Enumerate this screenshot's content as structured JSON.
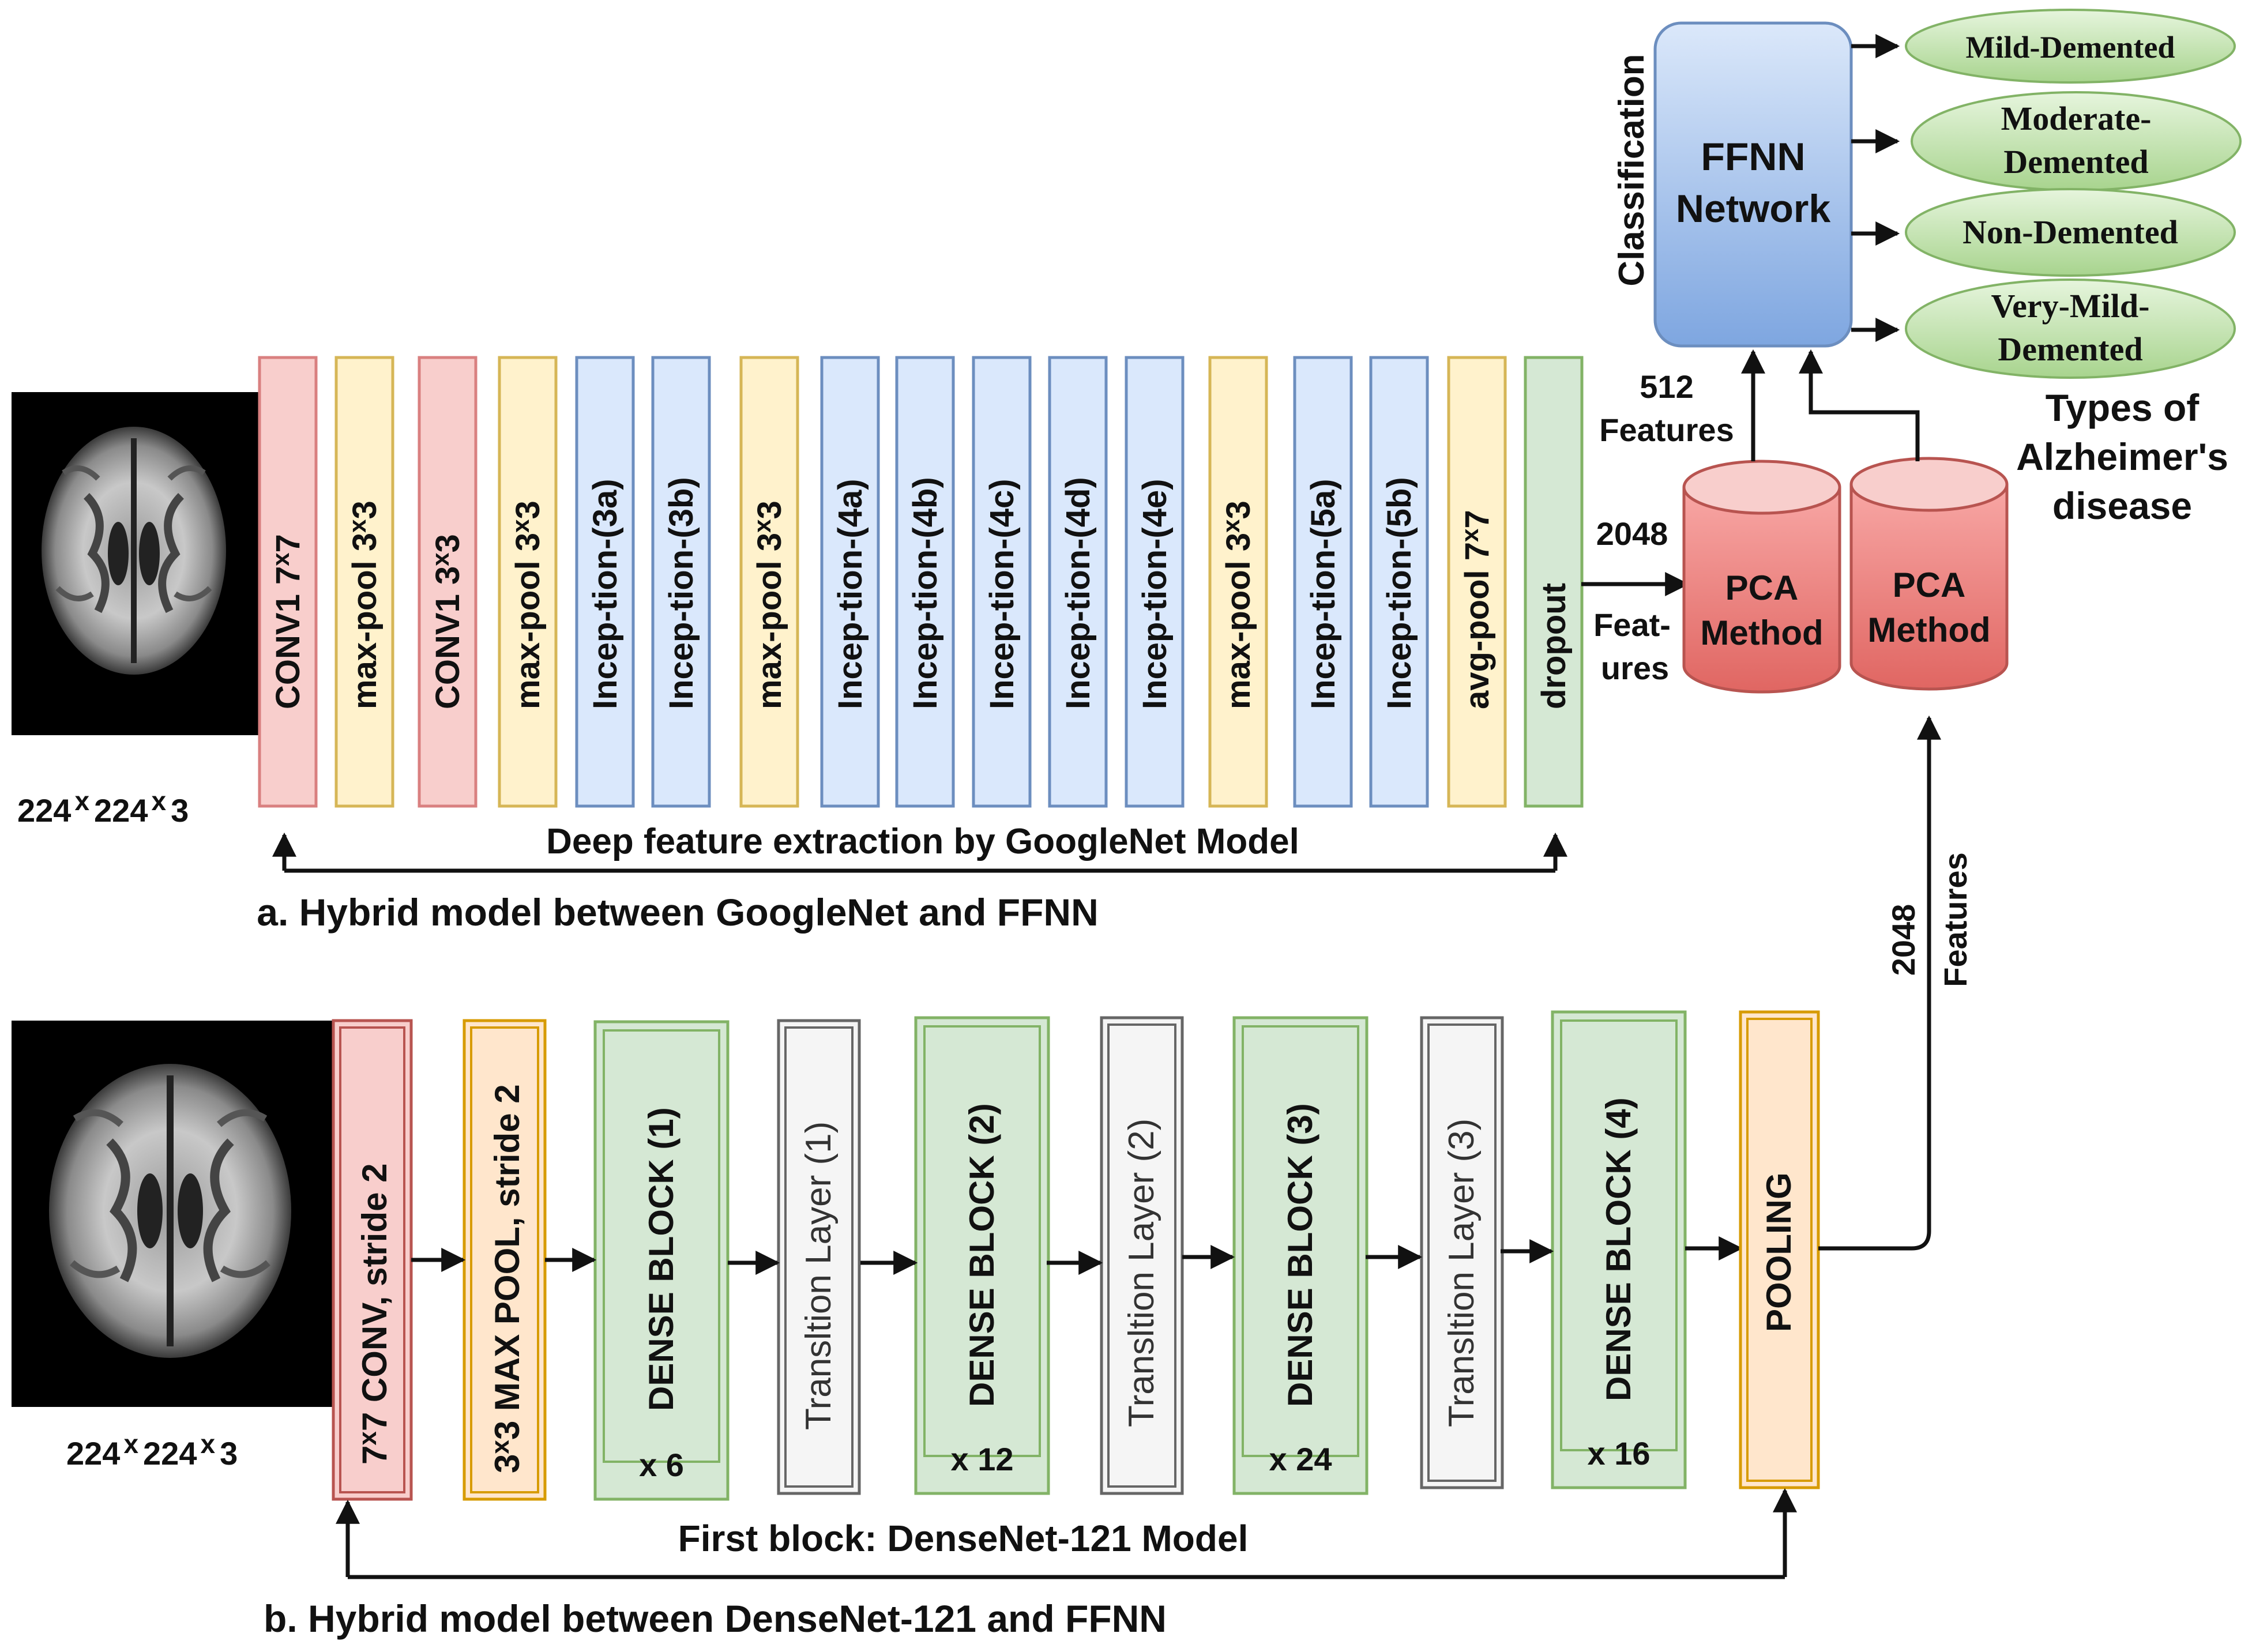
{
  "googlenet": {
    "input_size": {
      "a": "224",
      "x1": "x",
      "b": "224",
      "x2": "x",
      "c": "3"
    },
    "layers": [
      {
        "main": "CONV1 7",
        "sup": "x",
        "tail": "7",
        "color": "#f8cecc",
        "stroke": "#d98080"
      },
      {
        "main": "max-pool 3",
        "sup": "x",
        "tail": "3",
        "color": "#fff2cc",
        "stroke": "#d6b656"
      },
      {
        "main": "CONV1 3",
        "sup": "x",
        "tail": "3",
        "color": "#f8cecc",
        "stroke": "#d98080"
      },
      {
        "main": "max-pool 3",
        "sup": "x",
        "tail": "3",
        "color": "#fff2cc",
        "stroke": "#d6b656"
      },
      {
        "main": "Incep-tion-(3a)",
        "color": "#dae8fc",
        "stroke": "#6c8ebf"
      },
      {
        "main": "Incep-tion-(3b)",
        "color": "#dae8fc",
        "stroke": "#6c8ebf"
      },
      {
        "main": "max-pool 3",
        "sup": "x",
        "tail": "3",
        "color": "#fff2cc",
        "stroke": "#d6b656"
      },
      {
        "main": "Incep-tion-(4a)",
        "color": "#dae8fc",
        "stroke": "#6c8ebf"
      },
      {
        "main": "Incep-tion-(4b)",
        "color": "#dae8fc",
        "stroke": "#6c8ebf"
      },
      {
        "main": "Incep-tion-(4c)",
        "color": "#dae8fc",
        "stroke": "#6c8ebf"
      },
      {
        "main": "Incep-tion-(4d)",
        "color": "#dae8fc",
        "stroke": "#6c8ebf"
      },
      {
        "main": "Incep-tion-(4e)",
        "color": "#dae8fc",
        "stroke": "#6c8ebf"
      },
      {
        "main": "max-pool 3",
        "sup": "x",
        "tail": "3",
        "color": "#fff2cc",
        "stroke": "#d6b656"
      },
      {
        "main": "Incep-tion-(5a)",
        "color": "#dae8fc",
        "stroke": "#6c8ebf"
      },
      {
        "main": "Incep-tion-(5b)",
        "color": "#dae8fc",
        "stroke": "#6c8ebf"
      },
      {
        "main": "avg-pool 7",
        "sup": "x",
        "tail": "7",
        "color": "#fff2cc",
        "stroke": "#d6b656"
      },
      {
        "main": "dropout",
        "color": "#d5e8d4",
        "stroke": "#82b366"
      }
    ],
    "extraction_label": "Deep feature extraction by GoogleNet Model",
    "caption": "a. Hybrid model between GoogleNet and FFNN"
  },
  "features_2048_top": {
    "number": "2048",
    "line1": "Feat-",
    "line2": "ures"
  },
  "features_512": {
    "number": "512",
    "label": "Features"
  },
  "features_2048_right": {
    "number": "2048",
    "label": "Features"
  },
  "pca": [
    {
      "line1": "PCA",
      "line2": "Method"
    },
    {
      "line1": "PCA",
      "line2": "Method"
    }
  ],
  "ffnn": {
    "line1": "FFNN",
    "line2": "Network"
  },
  "classification_label": "Classification",
  "classes": [
    {
      "line1": "Mild-Demented"
    },
    {
      "line1": "Moderate-",
      "line2": "Demented"
    },
    {
      "line1": "Non-Demented"
    },
    {
      "line1": "Very-Mild-",
      "line2": "Demented"
    }
  ],
  "types_label": {
    "line1": "Types of",
    "line2": "Alzheimer's",
    "line3": "disease"
  },
  "densenet": {
    "input_size": {
      "a": "224",
      "x1": "x",
      "b": "224",
      "x2": "x",
      "c": "3"
    },
    "conv_label": {
      "pre": "7",
      "sup": "x",
      "post": "7 CONV, stride 2"
    },
    "maxpool_label": {
      "pre": "3",
      "sup": "x",
      "post": "3 MAX POOL, stride 2"
    },
    "blocks": [
      {
        "label": "DENSE BLOCK (1)",
        "count": "x 6"
      },
      {
        "label": "DENSE BLOCK (2)",
        "count": "x 12"
      },
      {
        "label": "DENSE BLOCK (3)",
        "count": "x 24"
      },
      {
        "label": "DENSE BLOCK (4)",
        "count": "x 16"
      }
    ],
    "transitions": [
      "Transltion Layer (1)",
      "Transltion Layer (2)",
      "Transltion Layer (3)"
    ],
    "pooling": "POOLING",
    "extraction_label": "First block: DenseNet-121 Model",
    "caption": "b. Hybrid model between DenseNet-121 and FFNN"
  },
  "colors": {
    "pca_fill": "#ea6b66",
    "ffnn_fill": "#7ea6e0",
    "class_fill": "#b9e0a5",
    "dense_fill": "#d5e8d4",
    "transition_fill": "#f5f5f5",
    "pooling_fill": "#ffe6cc",
    "conv_fill": "#f8cecc",
    "maxpool_fill": "#ffe6cc"
  }
}
